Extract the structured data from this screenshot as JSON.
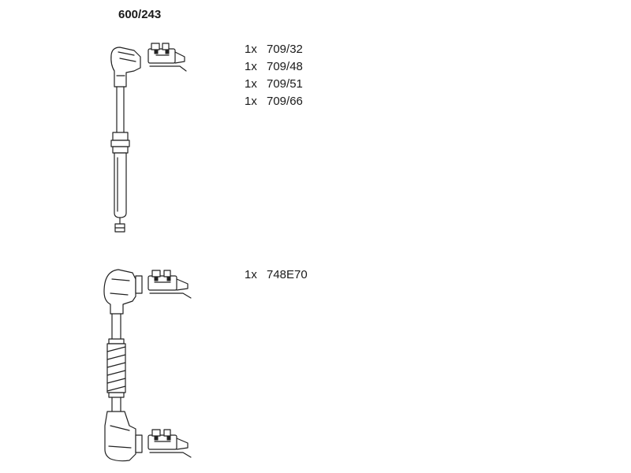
{
  "header": {
    "part_number": "600/243"
  },
  "group_1": {
    "items": [
      {
        "qty": "1x",
        "code": "709/32"
      },
      {
        "qty": "1x",
        "code": "709/48"
      },
      {
        "qty": "1x",
        "code": "709/51"
      },
      {
        "qty": "1x",
        "code": "709/66"
      }
    ]
  },
  "group_2": {
    "items": [
      {
        "qty": "1x",
        "code": "748E70"
      }
    ]
  }
}
